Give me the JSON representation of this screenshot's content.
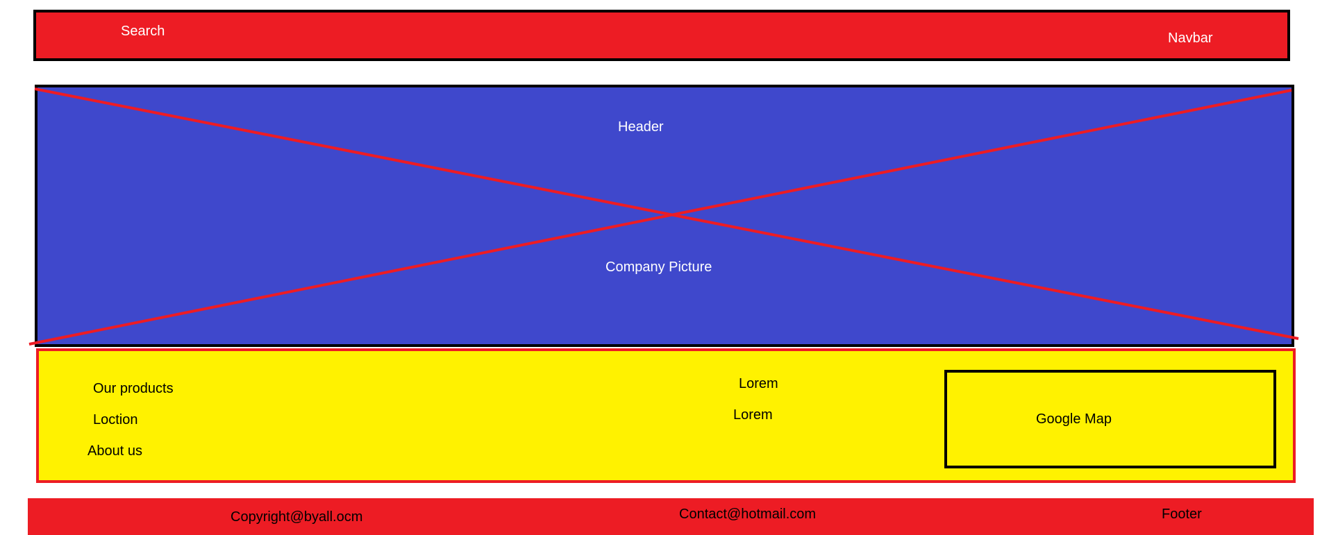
{
  "colors": {
    "navbar_bg": "#ed1c24",
    "header_bg": "#3f48cc",
    "content_bg": "#fff200",
    "content_border": "#ed1c24",
    "footer_bg": "#ed1c24",
    "cross_line": "#ed1c24",
    "outline": "#000000"
  },
  "navbar": {
    "search_label": "Search",
    "label": "Navbar"
  },
  "header": {
    "label": "Header",
    "picture_label": "Company Picture"
  },
  "content": {
    "links": [
      "Our products",
      "Loction",
      "About us"
    ],
    "lorem": [
      "Lorem",
      "Lorem"
    ],
    "map_label": "Google Map"
  },
  "footer": {
    "copyright": "Copyright@byall.ocm",
    "contact": "Contact@hotmail.com",
    "label": "Footer"
  }
}
